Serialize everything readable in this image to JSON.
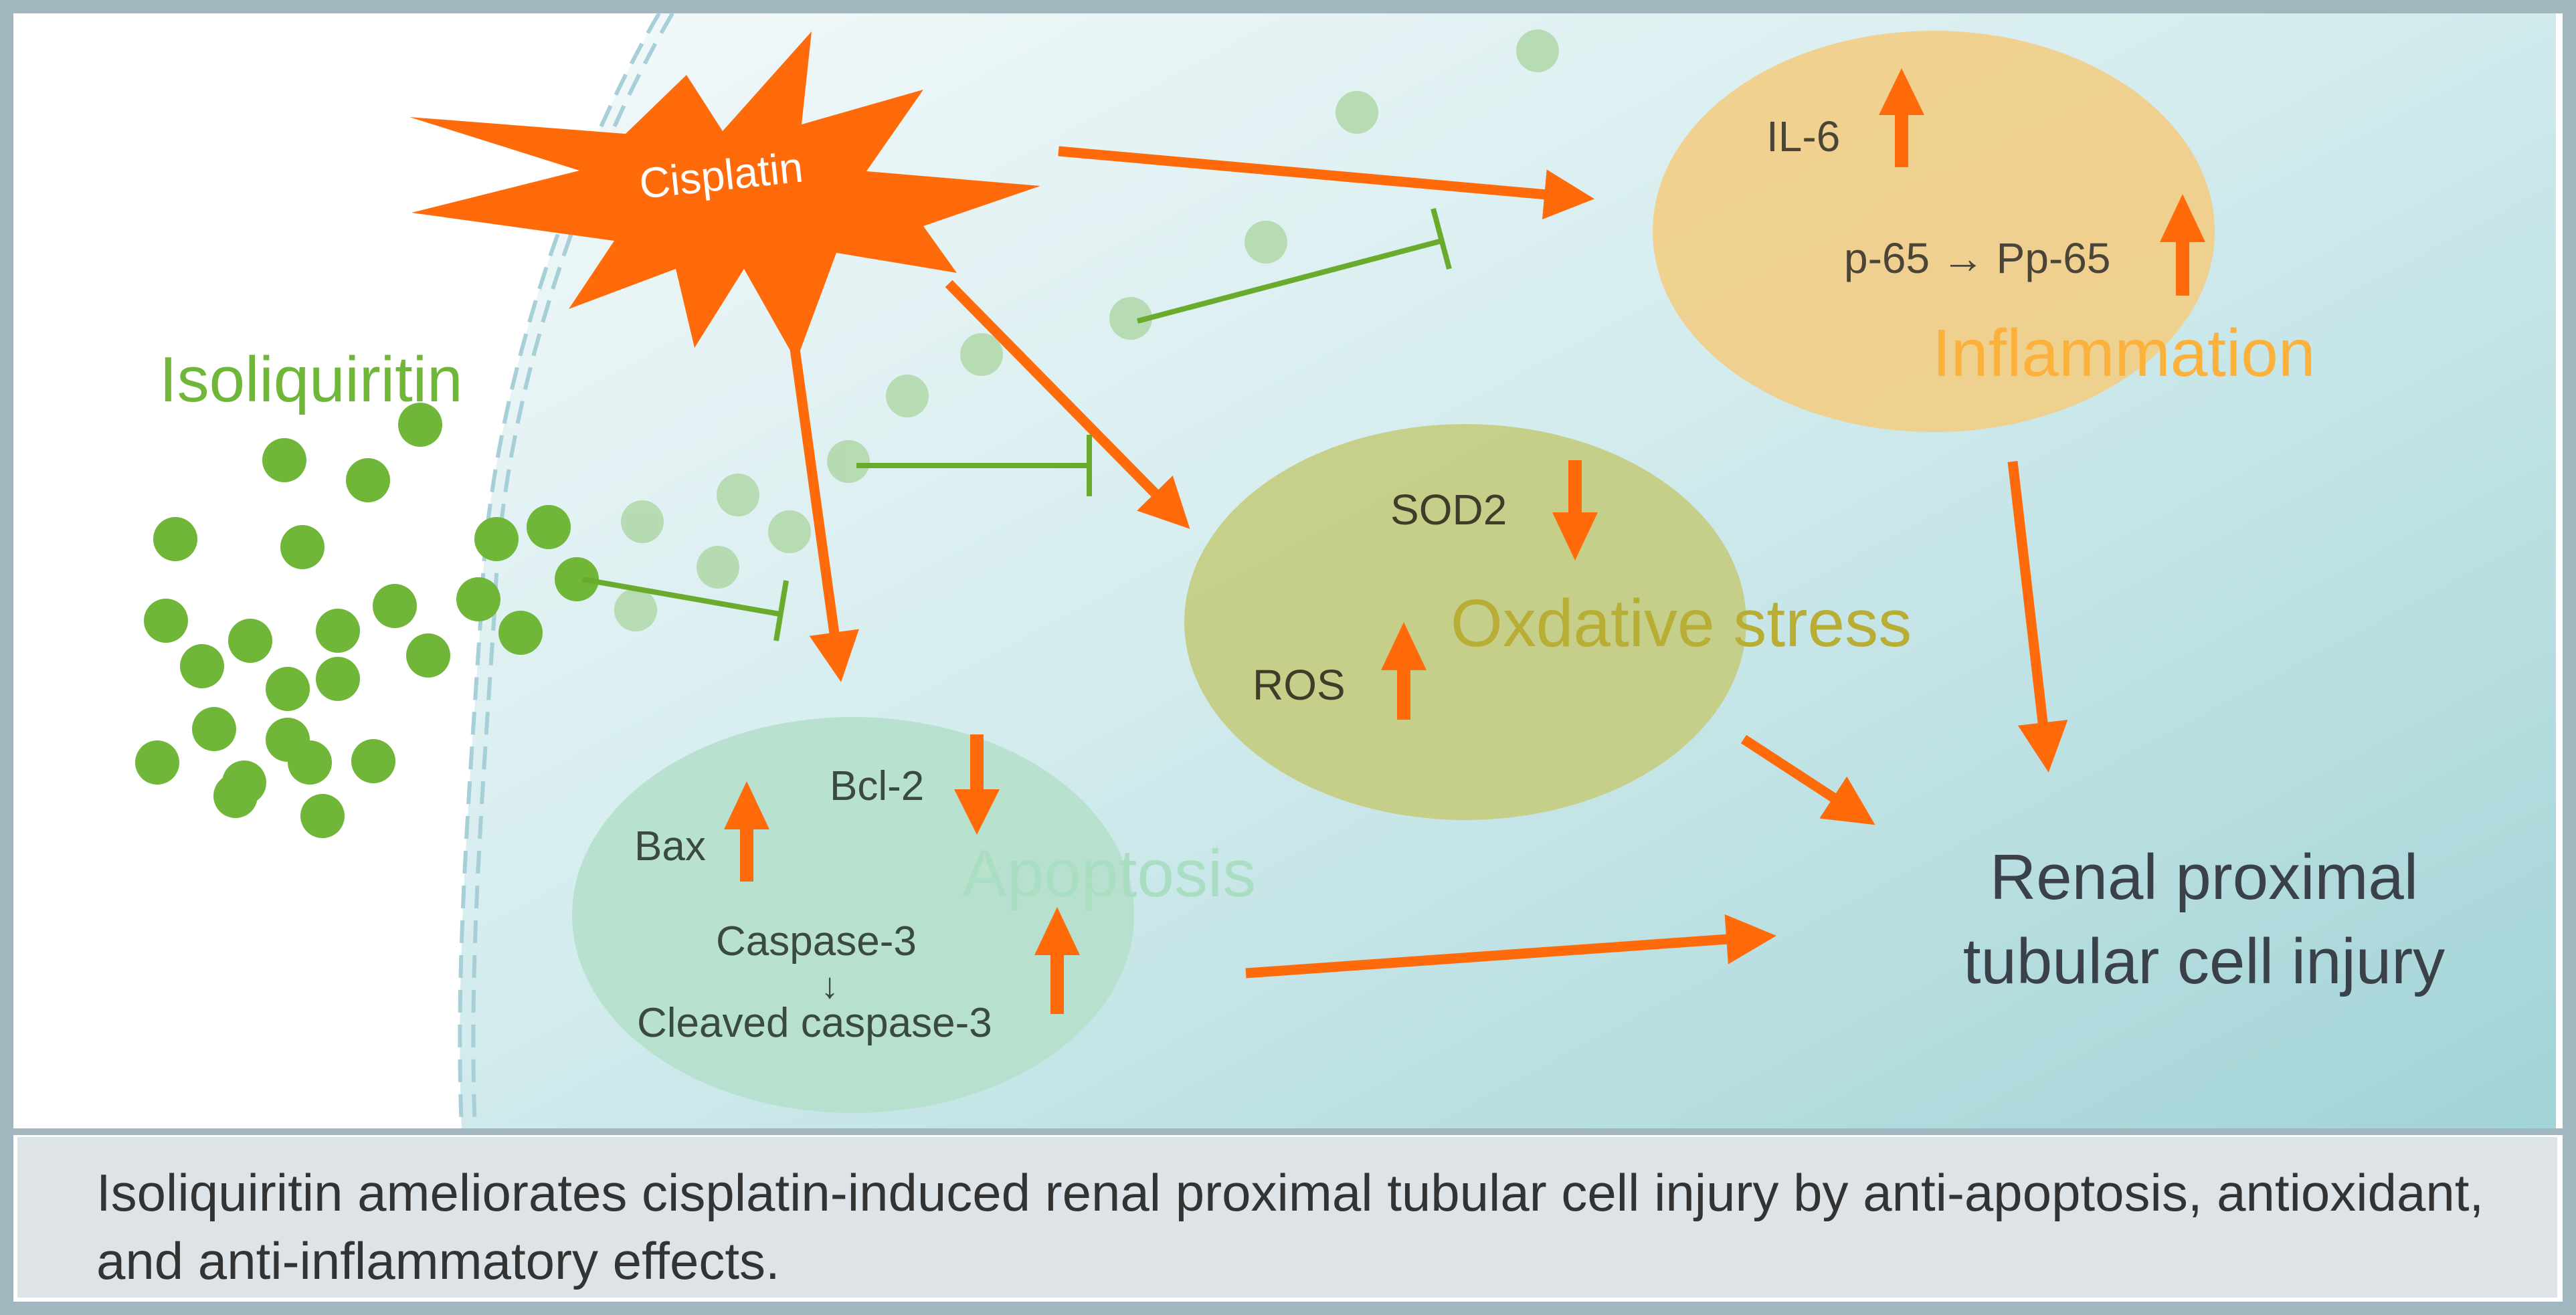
{
  "colors": {
    "frame": "#a2b6bf",
    "cell_gradient_start": "#eef6f8",
    "cell_gradient_end": "#a7d7d9",
    "cisplatin": "#ff6b0a",
    "isoliquiritin": "#70b639",
    "isoliquiritin_faded": "#b5dcb0",
    "inhibition": "#6aab2e",
    "arrow": "#ff6b0a",
    "inflammation_fill": "#f2cd85",
    "inflammation_label": "#fcb13c",
    "oxidative_fill": "#c4cc7e",
    "oxidative_label": "#b8ad35",
    "apoptosis_fill": "#b5e0cb",
    "apoptosis_label": "#a9dec3",
    "outcome_text": "#3b4148",
    "caption_bg": "#dde3e6"
  },
  "nodes": {
    "cisplatin": "Cisplatin",
    "isoliquiritin": "Isoliquiritin",
    "inflammation": {
      "label": "Inflammation",
      "il6": "IL-6",
      "p65": "p-65 → Pp-65"
    },
    "oxidative_stress": {
      "label": "Oxdative stress",
      "sod2": "SOD2",
      "ros": "ROS"
    },
    "apoptosis": {
      "label": "Apoptosis",
      "bax": "Bax",
      "bcl2": "Bcl-2",
      "caspase3": "Caspase-3",
      "down_arrow": "↓",
      "cleaved": "Cleaved caspase-3"
    },
    "outcome": {
      "line1": "Renal proximal",
      "line2": "tubular cell injury"
    }
  },
  "caption": "Isoliquiritin ameliorates cisplatin-induced renal proximal tubular cell injury by anti-apoptosis, antioxidant, and anti-inflammatory effects."
}
